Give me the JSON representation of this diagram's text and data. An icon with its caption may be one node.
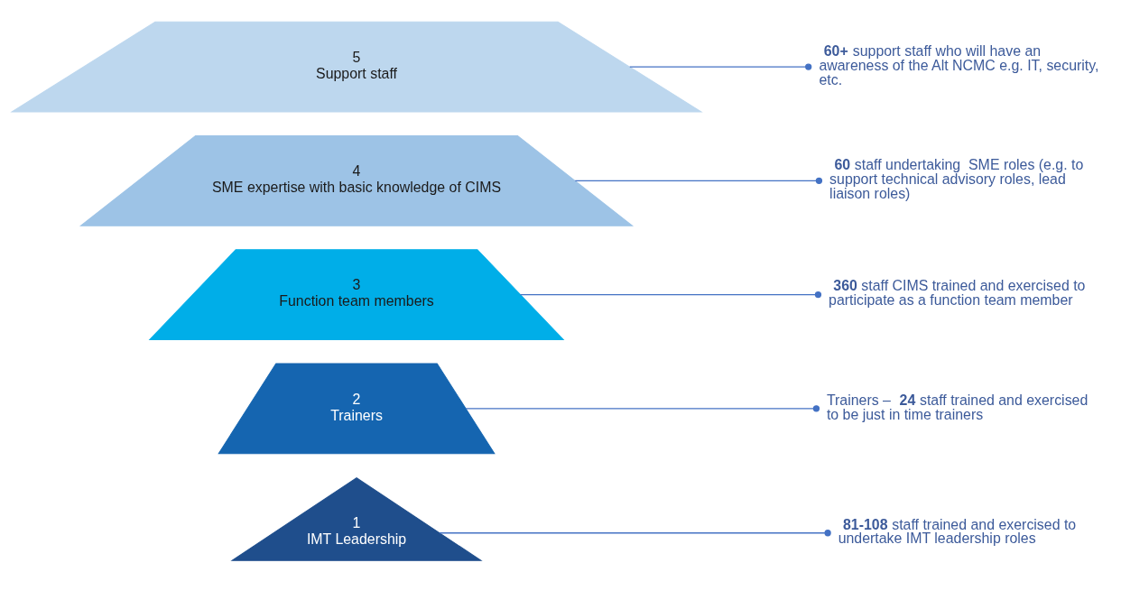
{
  "diagram": {
    "nodes": [
      {
        "text": [
          "1",
          "IMT Leadership"
        ]
      },
      {
        "text": [
          "2",
          "Trainers"
        ]
      },
      {
        "text": [
          "3",
          "Function team members"
        ]
      },
      {
        "text": [
          "4",
          "SME expertise with basic knowledge of CIMS"
        ]
      },
      {
        "text": [
          "5",
          "Support staff"
        ]
      },
      {
        "text": [
          "**81-108** staff trained and exercised to undertake IMT leadership roles"
        ]
      },
      {
        "text": [
          "Trainers – **24** staff trained and exercised to be just in time trainers"
        ]
      },
      {
        "text": [
          "**360** staff CIMS trained and exercised to participate as a function team member"
        ]
      },
      {
        "text": [
          "**60** staff undertaking  SME roles (e.g. to support technical advisory roles, lead liaison roles)"
        ]
      },
      {
        "text": [
          "**60+** support staff who will have an awareness of the Alt NCMC e.g. IT, security, etc."
        ]
      }
    ],
    "edges": [
      {
        "from": 0,
        "to": 5,
        "arrow": "other"
      },
      {
        "from": 1,
        "to": 6,
        "arrow": "other"
      },
      {
        "from": 2,
        "to": 7,
        "arrow": "other"
      },
      {
        "from": 3,
        "to": 8,
        "arrow": "other"
      },
      {
        "from": 4,
        "to": 9,
        "arrow": "other"
      }
    ]
  }
}
